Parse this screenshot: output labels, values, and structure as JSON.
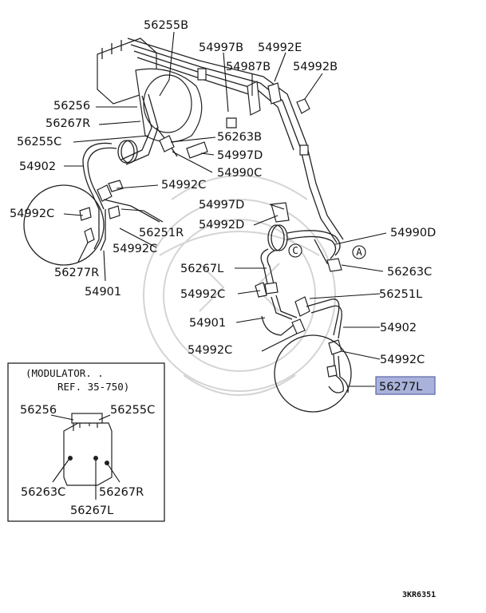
{
  "colors": {
    "highlight_fill": "#a9b2da",
    "highlight_border": "#5a64a8",
    "line": "#111111",
    "watermark": "#d4d4d4"
  },
  "callouts": {
    "l56255B": "56255B",
    "l54997B": "54997B",
    "l54992E": "54992E",
    "l54987B": "54987B",
    "l54992B": "54992B",
    "l56256": "56256",
    "l56267R": "56267R",
    "l56255C": "56255C",
    "l56263B": "56263B",
    "l54997D_top": "54997D",
    "l54902_left": "54902",
    "l54990C": "54990C",
    "l54992C_a": "54992C",
    "l54992C_left": "54992C",
    "l56251R": "56251R",
    "l54997D_mid": "54997D",
    "l54992D": "54992D",
    "l54990D": "54990D",
    "l54992C_b": "54992C",
    "l56277R": "56277R",
    "l54901_left": "54901",
    "l56267L": "56267L",
    "l56263C": "56263C",
    "l54992C_c": "54992C",
    "l56251L": "56251L",
    "l54901_right": "54901",
    "l54902_right": "54902",
    "l54992C_d": "54992C",
    "l54992C_e": "54992C",
    "l56277L": "56277L"
  },
  "markers": {
    "a": "A",
    "c": "C"
  },
  "inset": {
    "title_line1": "(MODULATOR. .",
    "title_line2": "REF. 35-750)",
    "l56256": "56256",
    "l56255C": "56255C",
    "l56263C": "56263C",
    "l56267R": "56267R",
    "l56267L": "56267L"
  },
  "diagram_code": "3KR6351"
}
